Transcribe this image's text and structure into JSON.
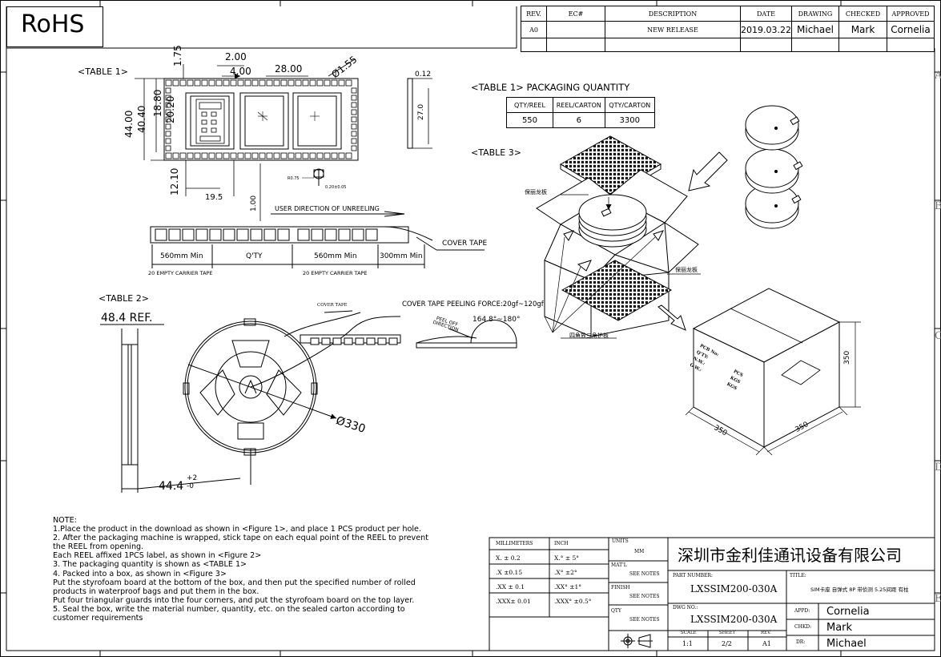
{
  "rohs": "RoHS",
  "revision_table": {
    "headers": [
      "REV.",
      "EC#",
      "DESCRIPTION",
      "DATE",
      "DRAWING",
      "CHECKED",
      "APPROVED"
    ],
    "row": [
      "A0",
      "",
      "NEW RELEASE",
      "2019.03.22",
      "Michael",
      "Mark",
      "Cornelia"
    ]
  },
  "table1_label": "<TABLE 1>",
  "table2_label": "<TABLE 2>",
  "table3_label": "<TABLE 3>",
  "dims": {
    "d175": "1.75",
    "d200": "2.00",
    "d400": "4.00",
    "d2800": "28.00",
    "d155": "Ø1.55",
    "d4400": "44.00",
    "d4040": "40.40",
    "d1880": "18.80",
    "d2020": "20.20",
    "d1210": "12.10",
    "d195": "19.5",
    "d100": "1.00",
    "r075": "R0.75",
    "t020": "0.20±0.05",
    "d012": "0.12",
    "d270": "27.0",
    "reel_width": "48.4 REF.",
    "reel_dia": "Ø330",
    "hub": "44.4",
    "hub_tol_plus": "+2",
    "hub_tol_minus": "-0"
  },
  "tape": {
    "unreel": "USER DIRECTION OF UNREELING",
    "cover_tape": "COVER TAPE",
    "seg1": "560mm  Min",
    "seg2": "Q'TY",
    "seg3": "560mm Min",
    "seg4": "300mm Min",
    "empty1": "20 EMPTY CARRIER TAPE",
    "empty2": "20 EMPTY CARRIER TAPE"
  },
  "packaging": {
    "title": "<TABLE 1> PACKAGING QUANTITY",
    "headers": [
      "QTY/REEL",
      "REEL/CARTON",
      "QTY/CARTON"
    ],
    "values": [
      "550",
      "6",
      "3300"
    ]
  },
  "peel": {
    "force": "COVER TAPE PEELING FORCE:20gf~120gf",
    "cover_tape_small": "COVER TAPE",
    "direction": "PEEL OFF DIRECTION",
    "angle": "164.8°~180°"
  },
  "box": {
    "label_top": "保丽龙板",
    "label_mid": "保丽龙板",
    "label_corner": "四角放三角护板",
    "dim_h": "350",
    "dim_w1": "350",
    "dim_w2": "350",
    "side1": [
      "PCB No:",
      "Q'TY:",
      "N.W.:",
      "G.W.:"
    ],
    "side2": [
      "PCS",
      "KGS",
      "KGS"
    ]
  },
  "notes": [
    "NOTE:",
    "1.Place the product in the download as shown in <Figure 1>, and place 1 PCS product per hole.",
    "2. After the packaging machine is wrapped, stick tape on each equal point of the REEL to prevent",
    "the REEL from opening.",
    "   Each REEL affixed 1PCS label, as shown in <Figure 2>",
    "3. The packaging quantity is shown as <TABLE 1>",
    "4. Packed into a box, as shown in <Figure 3>",
    "   Put the styrofoam board at the bottom of the box, and then put the specified number of rolled",
    "products in waterproof bags and put them in the box.",
    "   Put four triangular guards into the four corners, and put the styrofoam board on the top layer.",
    "5. Seal the box, write the material number, quantity, etc. on the sealed carton according to",
    "customer requirements"
  ],
  "title_block": {
    "mm": "MILLIMETERS",
    "inch": "INCH",
    "units": "UNITS",
    "units_val": "MM",
    "tol_mm": [
      "X.  ± 0.2",
      ".X  ±0.15",
      ".XX  ± 0.1",
      ".XXX± 0.01"
    ],
    "tol_in": [
      "X.°  ± 5°",
      ".X°  ±2°",
      ".XX°  ±1°",
      ".XXX°  ±0.5°"
    ],
    "matl": "MAT'L",
    "matl_val": "SEE NOTES",
    "finish": "FINISH",
    "finish_val": "SEE NOTES",
    "qty": "QTY",
    "qty_val": "SEE NOTES",
    "company": "深圳市金利佳通讯设备有限公司",
    "part_number_label": "PART NUMBER:",
    "part_number": "LXSSIM200-030A",
    "title_label": "TITLE:",
    "title": "SIM卡座 自弹式 8P 带侦测 5.25间距 有柱",
    "dwg_label": "DWG NO.:",
    "dwg": "LXSSIM200-030A",
    "scale_label": "SCALE",
    "sheet_label": "SHEET",
    "rev_label": "REV.",
    "scale": "1:1",
    "sheet": "2/2",
    "rev": "A1",
    "appd_label": "APPD:",
    "appd": "Cornelia",
    "chkd_label": "CHKD:",
    "chkd": "Mark",
    "dr_label": "DR:",
    "dr": "Michael"
  },
  "zones": [
    "A",
    "B",
    "C",
    "D",
    "E"
  ]
}
